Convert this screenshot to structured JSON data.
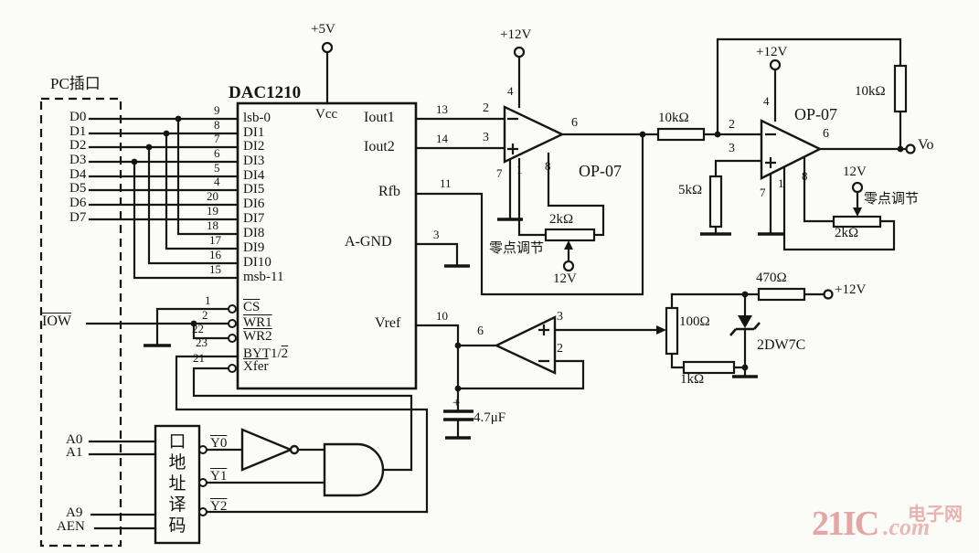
{
  "pc_slot": {
    "title": "PC插口",
    "data_lines": [
      "D0",
      "D1",
      "D2",
      "D3",
      "D4",
      "D5",
      "D6",
      "D7"
    ],
    "iow": "IOW",
    "a0": "A0",
    "a1": "A1",
    "a9": "A9",
    "aen": "AEN"
  },
  "dac": {
    "title": "DAC1210",
    "supply": "+5V",
    "vcc": "Vcc",
    "data_pins": [
      {
        "num": "9",
        "name": "lsb-0"
      },
      {
        "num": "8",
        "name": "DI1"
      },
      {
        "num": "7",
        "name": "DI2"
      },
      {
        "num": "6",
        "name": "DI3"
      },
      {
        "num": "5",
        "name": "DI4"
      },
      {
        "num": "4",
        "name": "DI5"
      },
      {
        "num": "20",
        "name": "DI6"
      },
      {
        "num": "19",
        "name": "DI7"
      },
      {
        "num": "18",
        "name": "DI8"
      },
      {
        "num": "17",
        "name": "DI9"
      },
      {
        "num": "16",
        "name": "DI10"
      },
      {
        "num": "15",
        "name": "msb-11"
      }
    ],
    "ctrl_pins": [
      {
        "num": "1",
        "name": "CS"
      },
      {
        "num": "2",
        "name": "WR1"
      },
      {
        "num": "22",
        "name": "WR2"
      },
      {
        "num": "23",
        "name": "BYT1/",
        "name2": "2"
      },
      {
        "num": "21",
        "name": "Xfer"
      }
    ],
    "right_pins": [
      {
        "num": "13",
        "name": "Iout1"
      },
      {
        "num": "14",
        "name": "Iout2"
      },
      {
        "num": "11",
        "name": "Rfb"
      },
      {
        "num": "3",
        "name": "A-GND"
      },
      {
        "num": "10",
        "name": "Vref"
      }
    ]
  },
  "decoder": {
    "label": "口地址译码",
    "y0": "Y0",
    "y1": "Y1",
    "y2": "Y2"
  },
  "op1": {
    "name": "OP-07",
    "supply": "+12V",
    "pin_vplus": "4",
    "pin_in_minus": "2",
    "pin_in_plus": "3",
    "pin_out": "6",
    "pin7": "7",
    "pin1": "1",
    "pin8": "8",
    "pot": "2kΩ",
    "adjust": "零点调节",
    "pot_terminal": "12V"
  },
  "op2": {
    "name": "OP-07",
    "supply": "+12V",
    "rin": "10kΩ",
    "rf": "10kΩ",
    "rplus": "5kΩ",
    "pin_vplus": "4",
    "pin_in_minus": "2",
    "pin_in_plus": "3",
    "pin_out": "6",
    "pin7": "7",
    "pin1": "1",
    "pin8": "8",
    "pot": "2kΩ",
    "adjust": "零点调节",
    "pot_terminal": "12V",
    "out_label": "Vo"
  },
  "op3": {
    "pin_out": "6",
    "pin_plus": "3",
    "pin_minus": "2",
    "cap_plus": "+",
    "cap": "4.7μF"
  },
  "ref": {
    "r_series": "470Ω",
    "supply": "+12V",
    "pot": "100Ω",
    "r_bottom": "1kΩ",
    "zener": "2DW7C"
  },
  "watermark": {
    "brand": "21IC",
    "suffix": ".com",
    "site": "电子网"
  }
}
